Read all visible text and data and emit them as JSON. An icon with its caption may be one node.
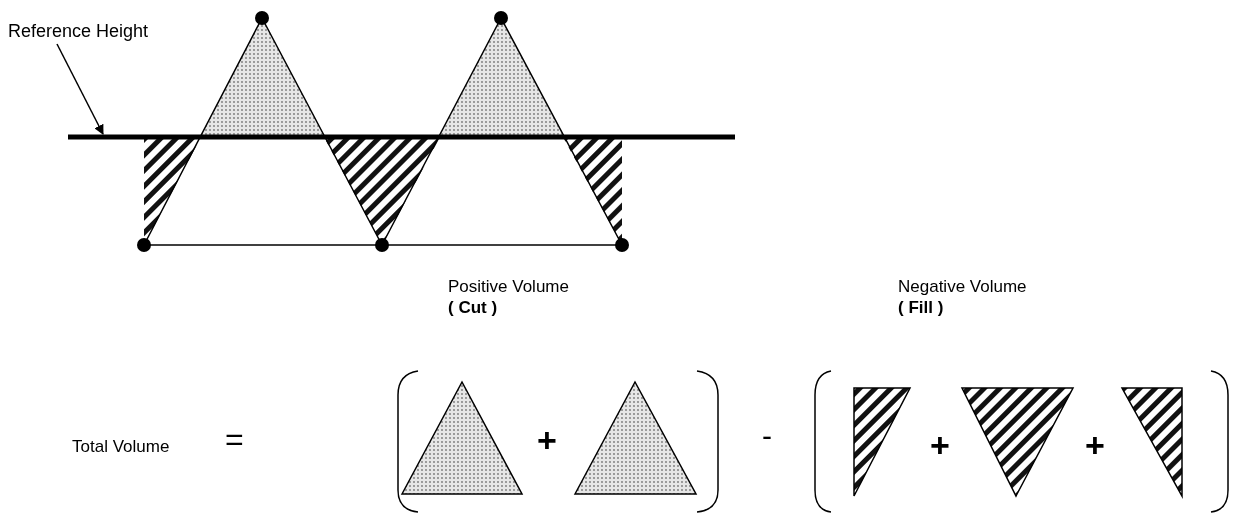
{
  "diagram": {
    "nodes": [
      {
        "text": [
          "Reference Height"
        ]
      },
      {
        "text": [],
        "shape": "line"
      }
    ],
    "edges": [
      {
        "from": 0,
        "to": 1,
        "arrow": "to"
      }
    ],
    "labels": [
      "Positive Volume",
      "( Cut )",
      "Negative Volume",
      "( Fill )",
      "Total Volume",
      "=",
      "+",
      "-",
      "+",
      "+"
    ]
  }
}
